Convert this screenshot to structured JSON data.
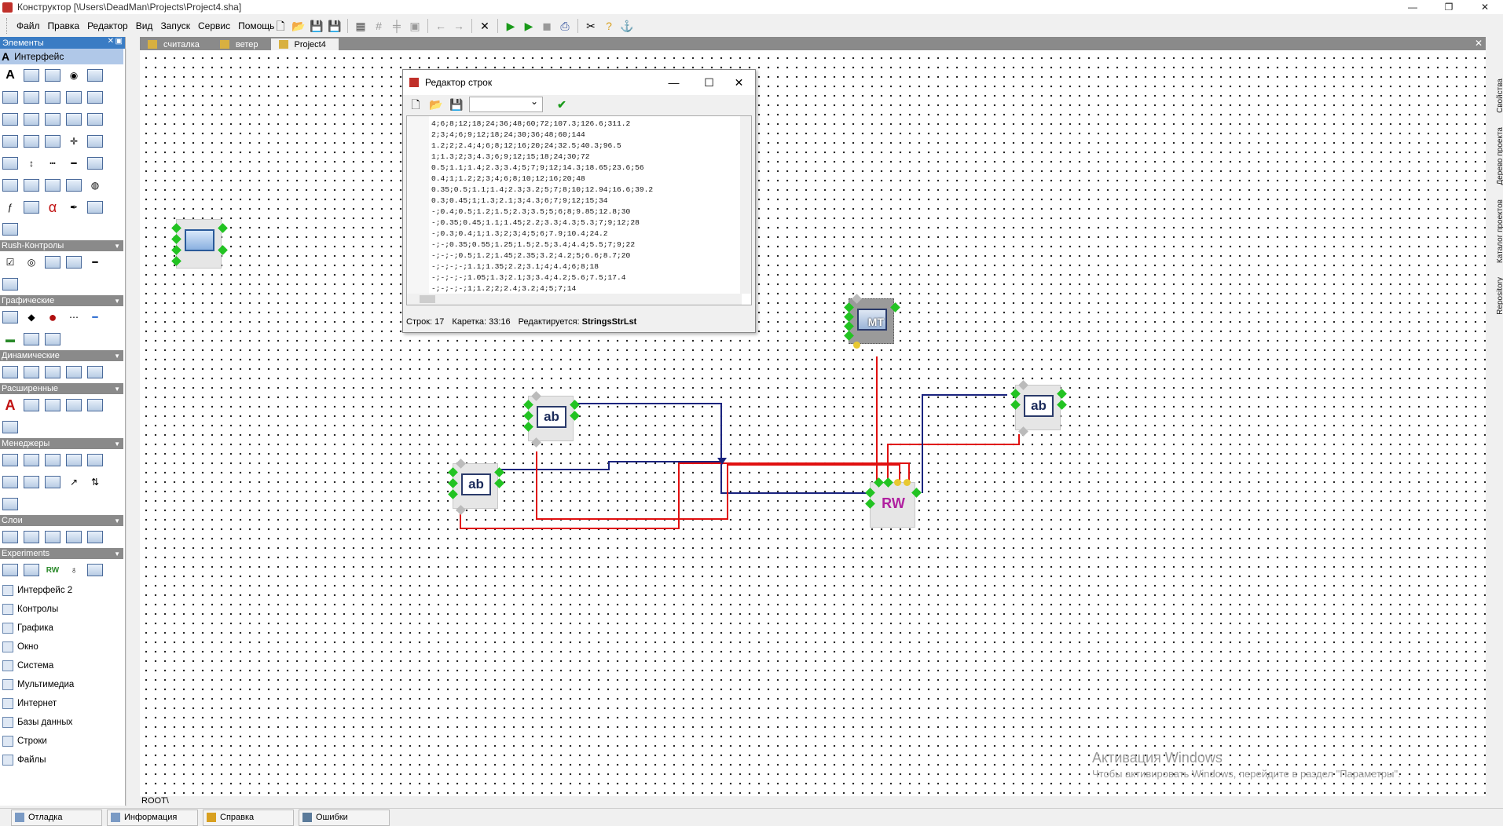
{
  "window": {
    "title": "Конструктор [\\Users\\DeadMan\\Projects\\Project4.sha]",
    "minimize": "—",
    "restore": "❐",
    "close": "✕"
  },
  "menu": [
    "Файл",
    "Правка",
    "Редактор",
    "Вид",
    "Запуск",
    "Сервис",
    "Помощь"
  ],
  "toolbar": {
    "icons": [
      "new-icon",
      "open-icon",
      "save-icon",
      "save-all-icon",
      "grid-icon",
      "grid2-icon",
      "snap-icon",
      "align-icon",
      "undo-icon",
      "redo-icon",
      "delete-icon",
      "run-icon",
      "run-debug-icon",
      "stop-icon",
      "compile-icon",
      "settings-icon",
      "help-icon",
      "plugin-icon"
    ]
  },
  "elements_panel": {
    "title": "Элементы",
    "selected_group": "Интерфейс",
    "groups": [
      {
        "label": "Rush-Контролы"
      },
      {
        "label": "Графические"
      },
      {
        "label": "Динамические"
      },
      {
        "label": "Расширенные"
      },
      {
        "label": "Менеджеры"
      },
      {
        "label": "Слои"
      },
      {
        "label": "Experiments"
      }
    ],
    "categories": [
      {
        "label": "Интерфейс 2"
      },
      {
        "label": "Контролы"
      },
      {
        "label": "Графика"
      },
      {
        "label": "Окно"
      },
      {
        "label": "Система"
      },
      {
        "label": "Мультимедиа"
      },
      {
        "label": "Интернет"
      },
      {
        "label": "Базы данных"
      },
      {
        "label": "Строки"
      },
      {
        "label": "Файлы"
      }
    ]
  },
  "tabs": [
    {
      "label": "считалка"
    },
    {
      "label": "ветер"
    },
    {
      "label": "Project4",
      "active": true
    }
  ],
  "canvas": {
    "path": "ROOT\\",
    "components": [
      {
        "name": "form",
        "label": ""
      },
      {
        "name": "edit-1",
        "label": "ab"
      },
      {
        "name": "edit-2",
        "label": "ab"
      },
      {
        "name": "edit-3",
        "label": "ab"
      },
      {
        "name": "strlist",
        "label": "MT"
      },
      {
        "name": "rw",
        "label": "RW"
      }
    ]
  },
  "dialog": {
    "title": "Редактор строк",
    "lines": [
      "4;6;8;12;18;24;36;48;60;72;107.3;126.6;311.2",
      "2;3;4;6;9;12;18;24;30;36;48;60;144",
      "1.2;2;2.4;4;6;8;12;16;20;24;32.5;40.3;96.5",
      "1;1.3;2;3;4.3;6;9;12;15;18;24;30;72",
      "0.5;1.1;1.4;2.3;3.4;5;7;9;12;14.3;18.65;23.6;56",
      "0.4;1;1.2;2;3;4;6;8;10;12;16;20;48",
      "0.35;0.5;1.1;1.4;2.3;3.2;5;7;8;10;12.94;16.6;39.2",
      "0.3;0.45;1;1.3;2.1;3;4.3;6;7;9;12;15;34",
      "-;0.4;0.5;1.2;1.5;2.3;3.5;5;6;8;9.85;12.8;30",
      "-;0.35;0.45;1.1;1.45;2.2;3.3;4.3;5.3;7;9;12;28",
      "-;0.3;0.4;1;1.3;2;3;4;5;6;7.9;10.4;24.2",
      "-;-;0.35;0.55;1.25;1.5;2.5;3.4;4.4;5.5;7;9;22",
      "-;-;-;0.5;1.2;1.45;2.35;3.2;4.2;5;6.6;8.7;20",
      "-;-;-;-;1.1;1.35;2.2;3.1;4;4.4;6;8;18",
      "-;-;-;-;1.05;1.3;2.1;3;3.4;4.2;5.6;7.5;17.4",
      "-;-;-;-;1;1.2;2;2.4;3.2;4;5;7;14"
    ],
    "status": {
      "rows_label": "Строк:",
      "rows_value": "17",
      "caret_label": "Каретка:",
      "caret_value": "33:16",
      "editing_label": "Редактируется:",
      "editing_value": "StringsStrLst"
    }
  },
  "right_strip": [
    "Свойства",
    "Дерево проекта",
    "Каталог проектов",
    "Repository"
  ],
  "bottom_tabs": [
    {
      "label": "Отладка"
    },
    {
      "label": "Информация"
    },
    {
      "label": "Справка"
    },
    {
      "label": "Ошибки"
    }
  ],
  "watermark": {
    "line1": "Активация Windows",
    "line2": "Чтобы активировать Windows, перейдите в раздел \"Параметры\"."
  },
  "colors": {
    "wire_blue": "#1a237e",
    "wire_red": "#e01010",
    "port_green": "#22c322",
    "accent": "#3a7cc4"
  }
}
